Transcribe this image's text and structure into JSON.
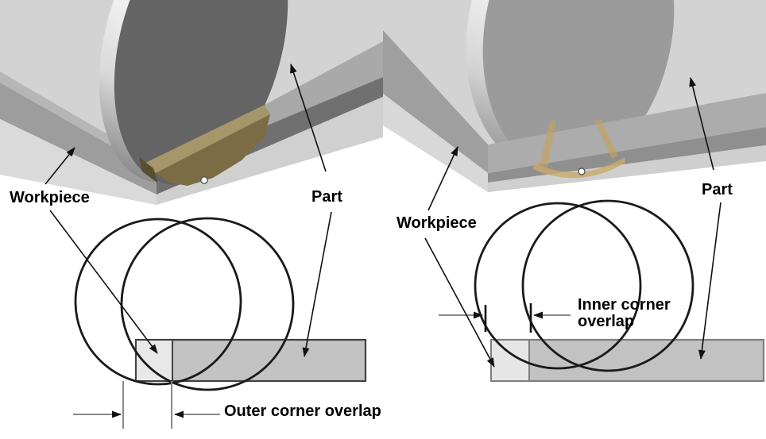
{
  "figure": {
    "left_panel": {
      "workpiece_label": "Workpiece",
      "part_label": "Part",
      "overlap_label": "Outer corner overlap"
    },
    "right_panel": {
      "workpiece_label": "Workpiece",
      "part_label": "Part",
      "overlap_label_line1": "Inner corner",
      "overlap_label_line2": "overlap"
    },
    "colors": {
      "background": "#ffffff",
      "slab_top": "#d3d3d3",
      "band_mid": "#a9a9a9",
      "band_dark": "#707070",
      "slab_base": "#d5d5d5",
      "disc_face_left": "#646464",
      "disc_face_right": "#9b9b9b",
      "disc_rim_light": "#fbfbfb",
      "cut_tan_light": "#a5976a",
      "cut_tan_dark": "#7b6c45",
      "part_rect_fill": "#c3c3c3",
      "overlap_square_fill": "#e8e8e8",
      "line_black": "#1a1a1a",
      "dim_gray": "#8a8a8a"
    }
  }
}
